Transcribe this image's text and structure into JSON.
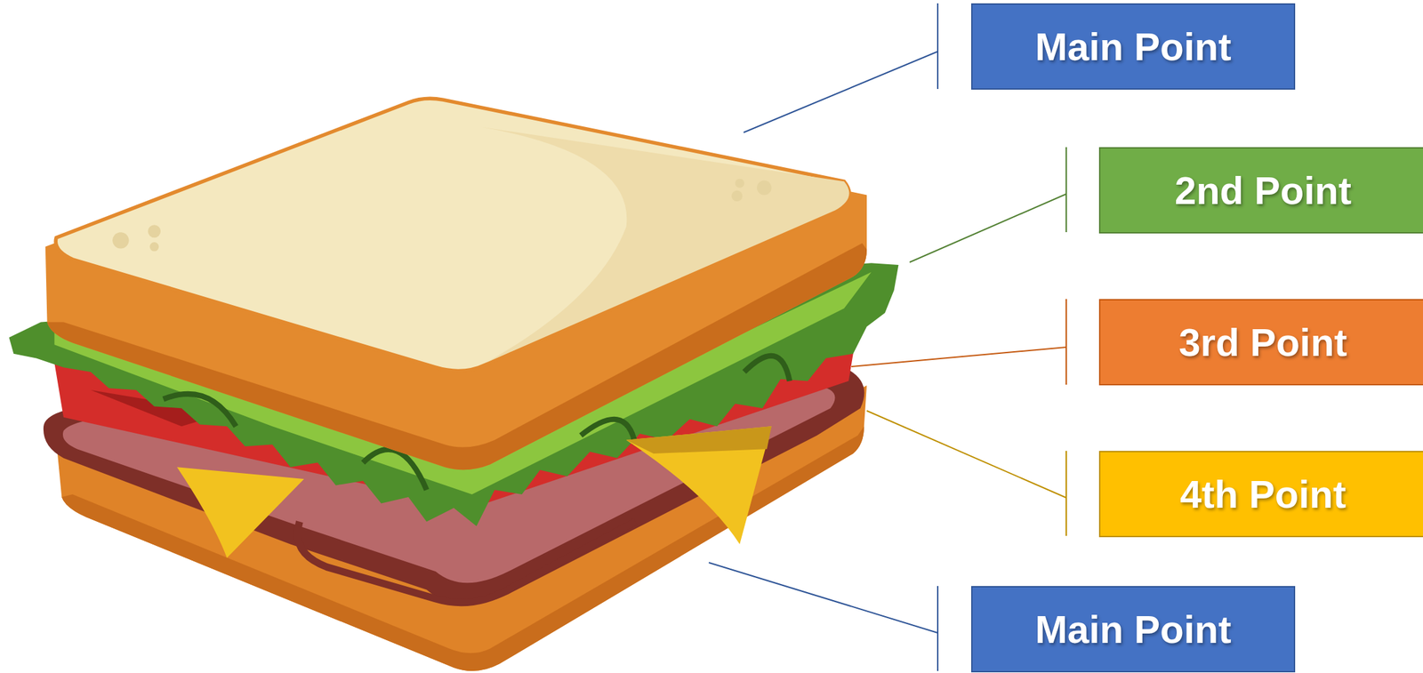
{
  "diagram": {
    "nodes": [
      {
        "text": [
          "Main Point"
        ]
      },
      {
        "text": [
          "2nd Point"
        ]
      },
      {
        "text": [
          "3rd Point"
        ]
      },
      {
        "text": [
          "4th Point"
        ]
      },
      {
        "text": [
          "Main Point"
        ]
      }
    ]
  }
}
